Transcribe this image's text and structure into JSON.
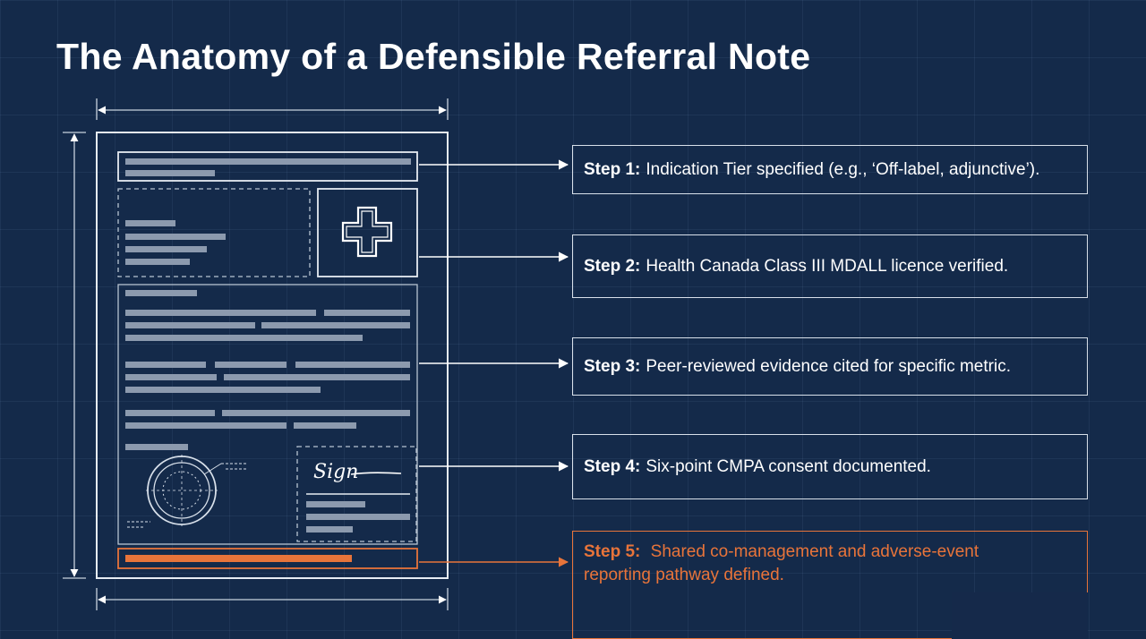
{
  "title": "The Anatomy of a Defensible Referral Note",
  "signature_text": "Sign",
  "colors": {
    "background": "#142a4a",
    "line": "#d8e0ea",
    "accent": "#e8743a",
    "bar": "#8c9aae"
  },
  "steps": [
    {
      "label": "Step 1:",
      "text": "Indication Tier specified (e.g., ‘Off-label, adjunctive’)."
    },
    {
      "label": "Step 2:",
      "text": "Health Canada Class III MDALL licence verified."
    },
    {
      "label": "Step 3:",
      "text": "Peer-reviewed evidence cited for specific metric."
    },
    {
      "label": "Step 4:",
      "text": "Six-point CMPA consent documented."
    },
    {
      "label": "Step 5:",
      "text": "Shared co-management and adverse-event reporting pathway defined."
    }
  ]
}
